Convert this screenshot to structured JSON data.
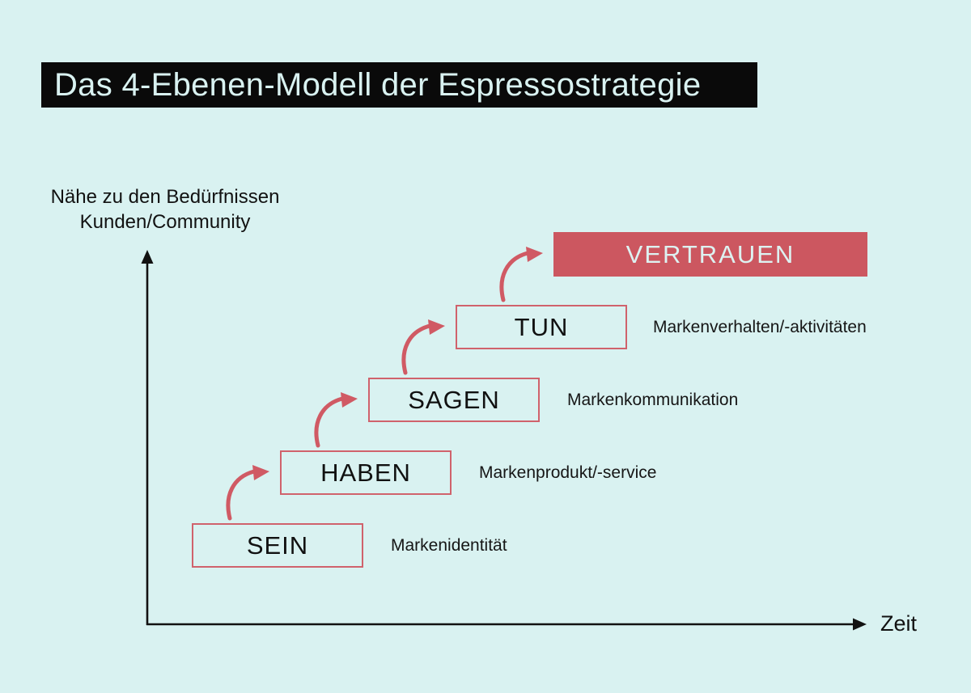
{
  "title": "Das 4-Ebenen-Modell der Espressostrategie",
  "y_axis": {
    "line1": "Nähe zu den Bedürfnissen",
    "line2": "Kunden/Community"
  },
  "x_axis": {
    "label": "Zeit"
  },
  "levels": [
    {
      "name": "SEIN",
      "description": "Markenidentität"
    },
    {
      "name": "HABEN",
      "description": "Markenprodukt/-service"
    },
    {
      "name": "SAGEN",
      "description": "Markenkommunikation"
    },
    {
      "name": "TUN",
      "description": "Markenverhalten/-aktivitäten"
    }
  ],
  "goal": {
    "name": "VERTRAUEN"
  },
  "colors": {
    "background": "#d9f2f1",
    "title_bar": "#0a0a0a",
    "title_text": "#d9f2f1",
    "box_border_red": "#d0626c",
    "goal_fill_red": "#cc5760",
    "arrow_red": "#d05a64",
    "axis_black": "#121212",
    "text_black": "#111111"
  }
}
